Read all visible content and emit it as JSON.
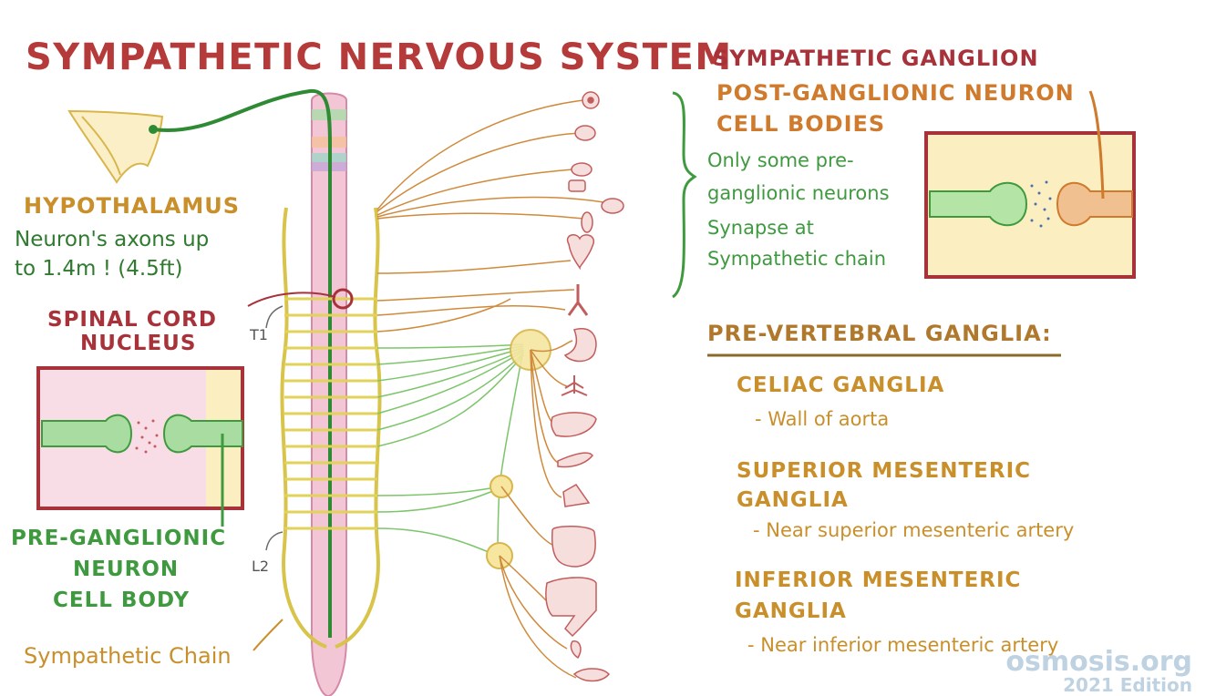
{
  "title": "Sympathetic Nervous System",
  "left": {
    "hypothalamus_label": "Hypothalamus",
    "axon_note_line1": "Neuron's axons up",
    "axon_note_line2": "to 1.4m ! (4.5ft)",
    "spinal_cord_nucleus_line1": "Spinal cord",
    "spinal_cord_nucleus_line2": "nucleus",
    "preganglionic_line1": "Pre-ganglionic",
    "preganglionic_line2": "neuron",
    "preganglionic_line3": "cell body",
    "sympathetic_chain": "Sympathetic Chain",
    "level_t1": "T1",
    "level_l2": "L2"
  },
  "right": {
    "sympathetic_ganglion": "Sympathetic ganglion",
    "postganglionic_line1": "Post-ganglionic neuron",
    "postganglionic_line2": "cell bodies",
    "note_line1": "Only some pre-",
    "note_line2": "ganglionic neurons",
    "note_line3": "Synapse at",
    "note_line4": "Sympathetic chain",
    "prevertebral_heading": "Pre-vertebral ganglia:",
    "celiac_title": "Celiac ganglia",
    "celiac_desc": "- Wall of aorta",
    "superior_title_line1": "Superior mesenteric",
    "superior_title_line2": "ganglia",
    "superior_desc": "- Near superior mesenteric artery",
    "inferior_title_line1": "Inferior mesenteric",
    "inferior_title_line2": "ganglia",
    "inferior_desc": "- Near inferior mesenteric artery"
  },
  "watermark": {
    "brand": "osmosis.org",
    "edition": "2021 Edition"
  },
  "colors": {
    "title_red": "#b53a3a",
    "gold": "#c98f2a",
    "green": "#3f9a3f",
    "dark_green": "#2e7a2e",
    "orange": "#cf7a2c",
    "box_border": "#a8323a",
    "spinal_pink": "#f2c6d4"
  }
}
